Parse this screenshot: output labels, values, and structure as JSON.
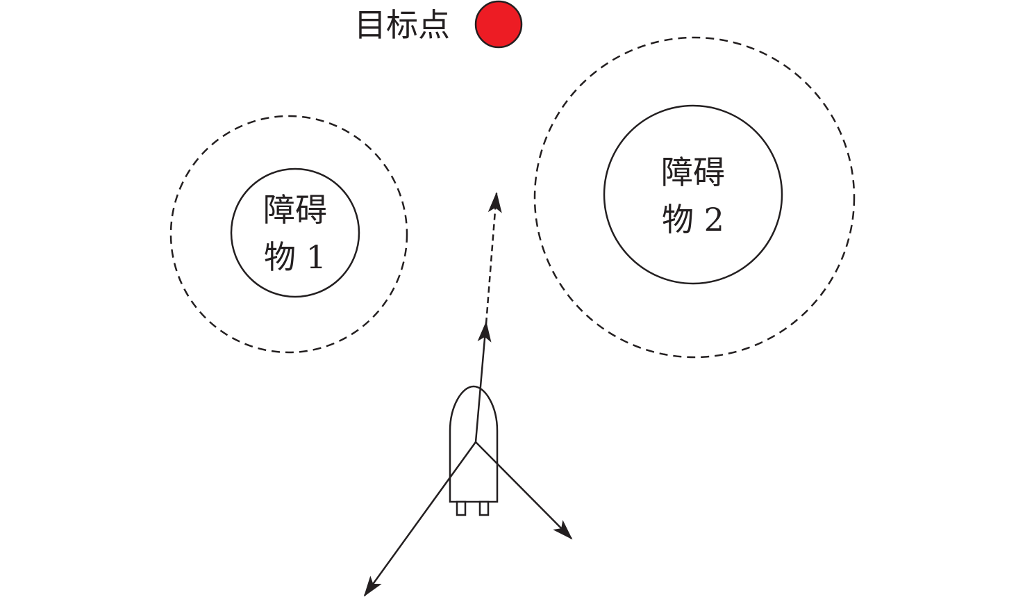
{
  "target": {
    "label": "目标点",
    "color": "#ed1c24"
  },
  "obstacles": [
    {
      "line1": "障碍",
      "line2": "物 1"
    },
    {
      "line1": "障碍",
      "line2": "物 2"
    }
  ],
  "colors": {
    "stroke": "#231f20",
    "background": "#ffffff"
  }
}
